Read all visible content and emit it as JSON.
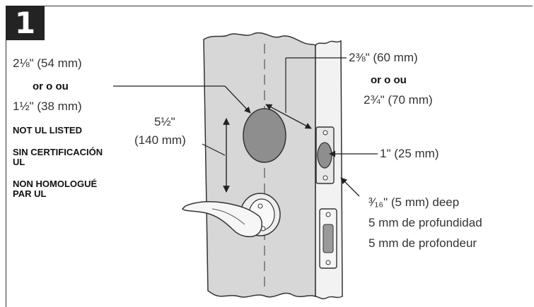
{
  "step_number": "1",
  "labels": {
    "backset_small": "2⅛\" (54 mm)",
    "or_1": "or  o  ou",
    "backset_alt": "1½\" (38 mm)",
    "height_top": "5½\"",
    "height_bottom": "(140 mm)",
    "edge_top": "2⅜\" (60 mm)",
    "or_2": "or  o  ou",
    "edge_bottom": "2¾\" (70 mm)",
    "latch_hole": "1\" (25 mm)",
    "depth_en": "³⁄₁₆\" (5 mm) deep",
    "depth_es": "5 mm de profundidad",
    "depth_fr": "5 mm de profondeur"
  },
  "certification": {
    "en": "NOT UL LISTED",
    "es_line1": "SIN CERTIFICACIÓN",
    "es_line2": "UL",
    "fr_line1": "NON HOMOLOGUÉ",
    "fr_line2": "PAR UL"
  },
  "colors": {
    "door_face": "#d7d7d7",
    "door_edge": "#f2f2f2",
    "hole": "#8e8e8e",
    "badge": "#232323"
  }
}
